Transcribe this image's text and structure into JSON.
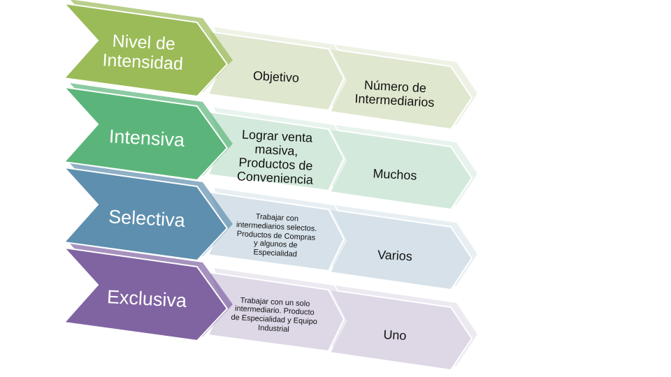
{
  "diagram": {
    "rows": [
      {
        "name": "header",
        "color": "#9bbb59",
        "light": "#dfe7cf",
        "lead": "Nivel de Intensidad",
        "middle": "Objetivo",
        "last": "Número de Intermediarios"
      },
      {
        "name": "intensiva",
        "color": "#5bb57a",
        "light": "#d3e9dc",
        "lead": "Intensiva",
        "middle": "Lograr venta masiva, Productos de Conveniencia",
        "last": "Muchos"
      },
      {
        "name": "selectiva",
        "color": "#5e8fae",
        "light": "#d6e1e9",
        "lead": "Selectiva",
        "middle": "Trabajar con intermediarios selectos. Productos de Compras y algunos de Especialidad",
        "last": "Varios"
      },
      {
        "name": "exclusiva",
        "color": "#8064a2",
        "light": "#ddd7e6",
        "lead": "Exclusiva",
        "middle": "Trabajar con un solo intermediario. Producto de Especialidad y Equipo Industrial",
        "last": "Uno"
      }
    ]
  }
}
